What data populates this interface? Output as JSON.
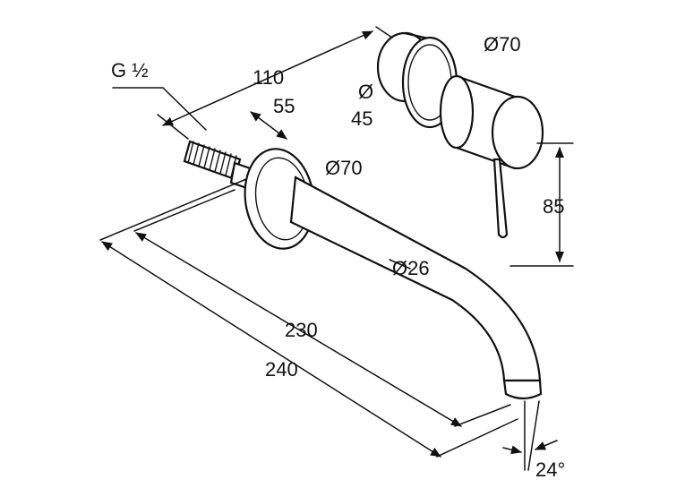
{
  "dimensions": {
    "thread": "G ½",
    "length_110": "110",
    "length_55": "55",
    "flange_diameter_spout": "Ø70",
    "flange_diameter_mixer": "Ø70",
    "body_diameter_line1": "Ø",
    "body_diameter_line2": "45",
    "spout_diameter": "Ø26",
    "height_85": "85",
    "length_230": "230",
    "length_240": "240",
    "angle": "24°"
  },
  "colors": {
    "line": "#111111",
    "background": "#ffffff"
  }
}
